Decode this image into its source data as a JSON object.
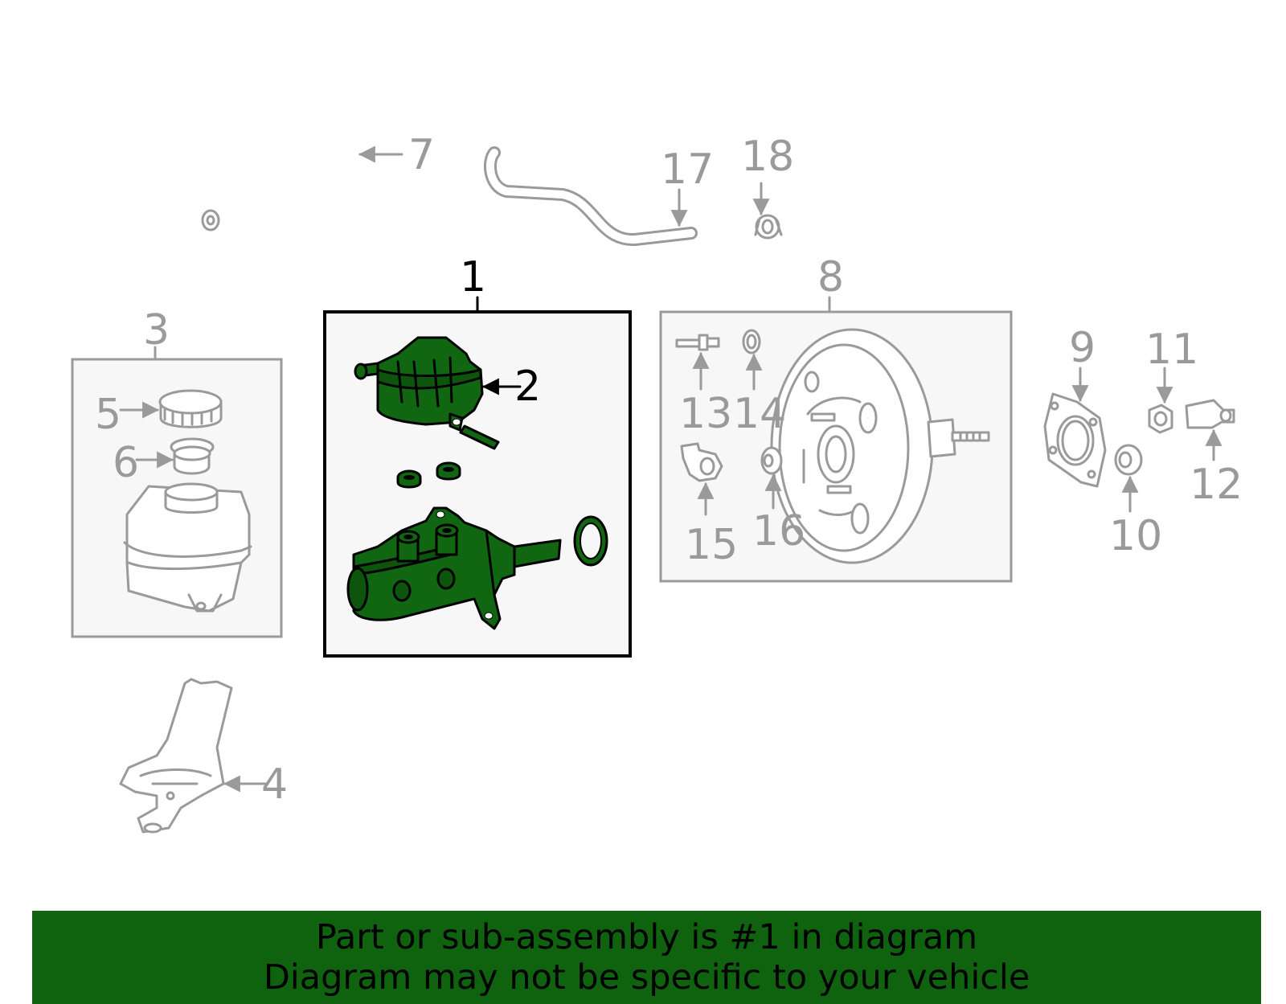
{
  "callouts": {
    "c1": "1",
    "c2": "2",
    "c3": "3",
    "c4": "4",
    "c5": "5",
    "c6": "6",
    "c7": "7",
    "c8": "8",
    "c9": "9",
    "c10": "10",
    "c11": "11",
    "c12": "12",
    "c13": "13",
    "c14": "14",
    "c15": "15",
    "c16": "16",
    "c17": "17",
    "c18": "18"
  },
  "footer": {
    "line1": "Part or sub-assembly is #1 in diagram",
    "line2": "Diagram may not be specific to your vehicle"
  },
  "colors": {
    "highlight": "#116611",
    "footer_bg": "#0f630f",
    "secondary_parts": "#9a9a9a",
    "box_fill": "#f7f7f7"
  }
}
